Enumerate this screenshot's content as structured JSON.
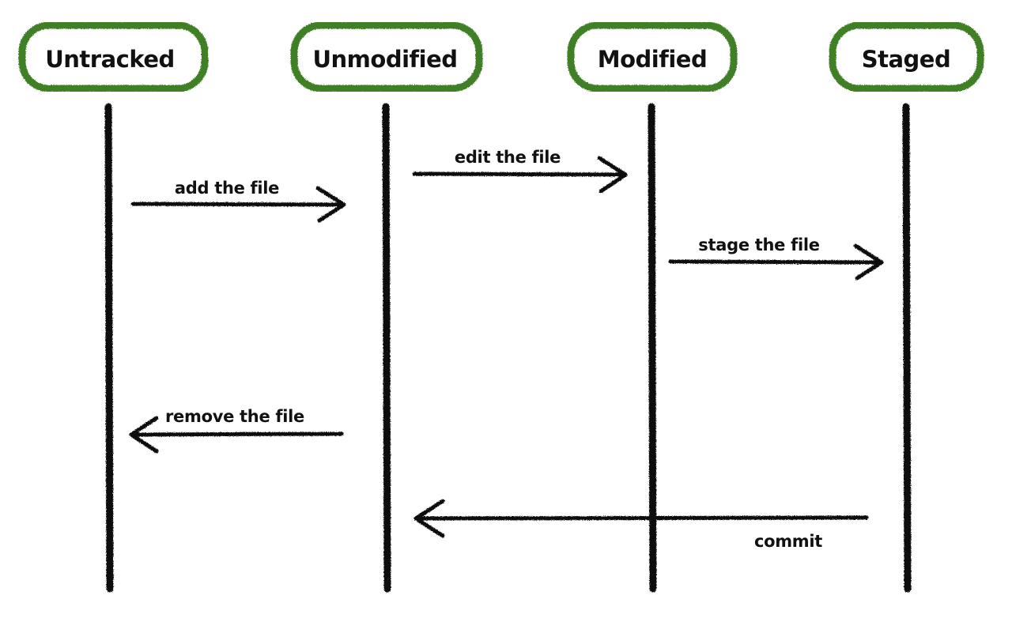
{
  "colors": {
    "state_border": "#3f7f25",
    "line": "#111111",
    "background": "#ffffff",
    "text": "#111111"
  },
  "states": [
    {
      "key": "untracked",
      "label": "Untracked"
    },
    {
      "key": "unmodified",
      "label": "Unmodified"
    },
    {
      "key": "modified",
      "label": "Modified"
    },
    {
      "key": "staged",
      "label": "Staged"
    }
  ],
  "transitions": [
    {
      "from": "untracked",
      "to": "unmodified",
      "label": "add the file"
    },
    {
      "from": "unmodified",
      "to": "modified",
      "label": "edit the file"
    },
    {
      "from": "modified",
      "to": "staged",
      "label": "stage the file"
    },
    {
      "from": "unmodified",
      "to": "untracked",
      "label": "remove the file"
    },
    {
      "from": "staged",
      "to": "unmodified",
      "label": "commit"
    }
  ]
}
